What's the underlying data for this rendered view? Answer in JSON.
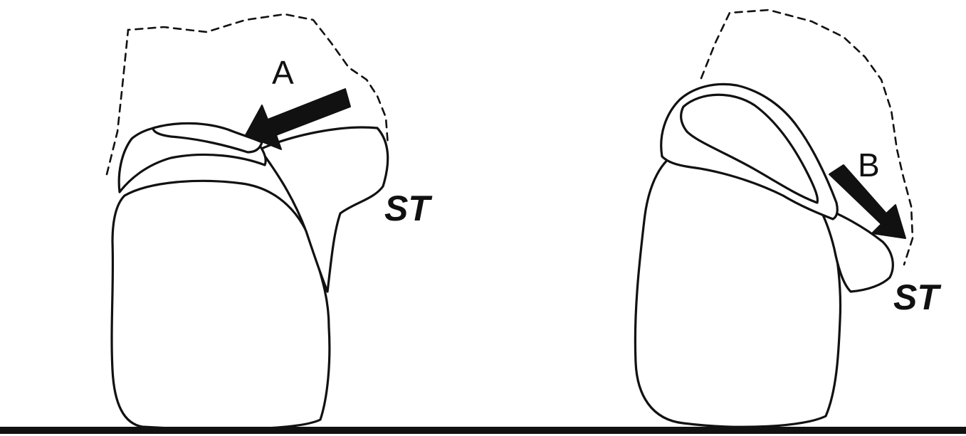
{
  "figure": {
    "panels": [
      {
        "id": "left",
        "arrow_label": "A",
        "bone_label": "ST",
        "arrow_direction": "down-left"
      },
      {
        "id": "right",
        "arrow_label": "B",
        "bone_label": "ST",
        "arrow_direction": "down-right"
      }
    ],
    "colors": {
      "ink": "#111111",
      "background": "#ffffff"
    }
  }
}
